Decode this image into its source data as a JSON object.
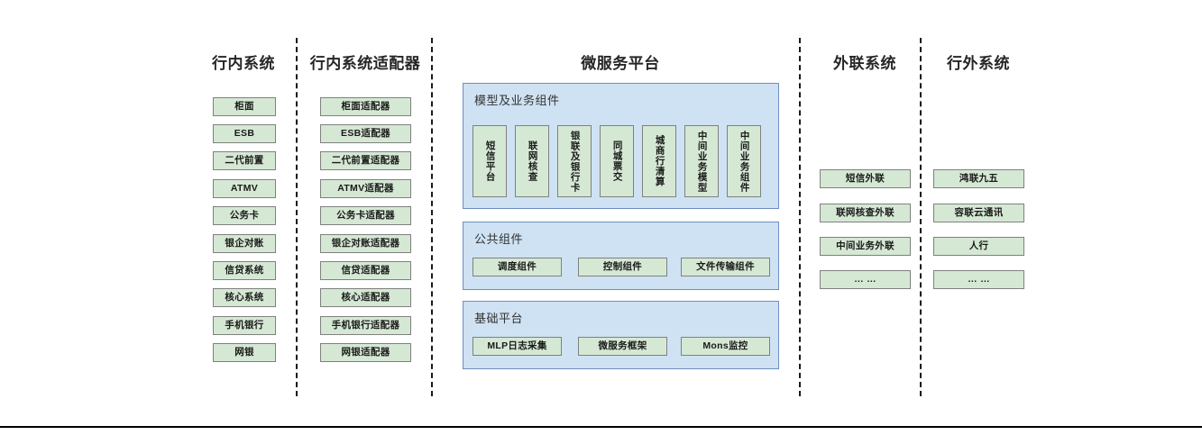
{
  "diagram": {
    "columns": [
      {
        "id": "in-bank-systems",
        "title": "行内系统",
        "nodes": [
          "柜面",
          "ESB",
          "二代前置",
          "ATMV",
          "公务卡",
          "银企对账",
          "信贷系统",
          "核心系统",
          "手机银行",
          "网银"
        ]
      },
      {
        "id": "in-bank-adapters",
        "title": "行内系统适配器",
        "nodes": [
          "柜面适配器",
          "ESB适配器",
          "二代前置适配器",
          "ATMV适配器",
          "公务卡适配器",
          "银企对账适配器",
          "信贷适配器",
          "核心适配器",
          "手机银行适配器",
          "网银适配器"
        ]
      },
      {
        "id": "microservice-platform",
        "title": "微服务平台",
        "panels": [
          {
            "id": "model-business-components",
            "label": "模型及业务组件",
            "orientation": "vertical",
            "nodes": [
              "短信平台",
              "联网核查",
              "银联及银行卡",
              "同城票交",
              "城商行清算",
              "中间业务模型",
              "中间业务组件"
            ]
          },
          {
            "id": "public-components",
            "label": "公共组件",
            "orientation": "horizontal",
            "nodes": [
              "调度组件",
              "控制组件",
              "文件传输组件"
            ]
          },
          {
            "id": "base-platform",
            "label": "基础平台",
            "orientation": "horizontal",
            "nodes": [
              "MLP日志采集",
              "微服务框架",
              "Mons监控"
            ]
          }
        ]
      },
      {
        "id": "external-link-systems",
        "title": "外联系统",
        "nodes": [
          "短信外联",
          "联网核查外联",
          "中间业务外联",
          "… …"
        ]
      },
      {
        "id": "out-bank-systems",
        "title": "行外系统",
        "nodes": [
          "鸿联九五",
          "容联云通讯",
          "人行",
          "… …"
        ]
      }
    ]
  },
  "colors": {
    "node_fill": "#d5e8d4",
    "node_border": "#808080",
    "panel_fill": "#cfe2f3",
    "panel_border": "#6c8ebf",
    "divider": "#1a1a1a",
    "text": "#1a1a1a"
  }
}
